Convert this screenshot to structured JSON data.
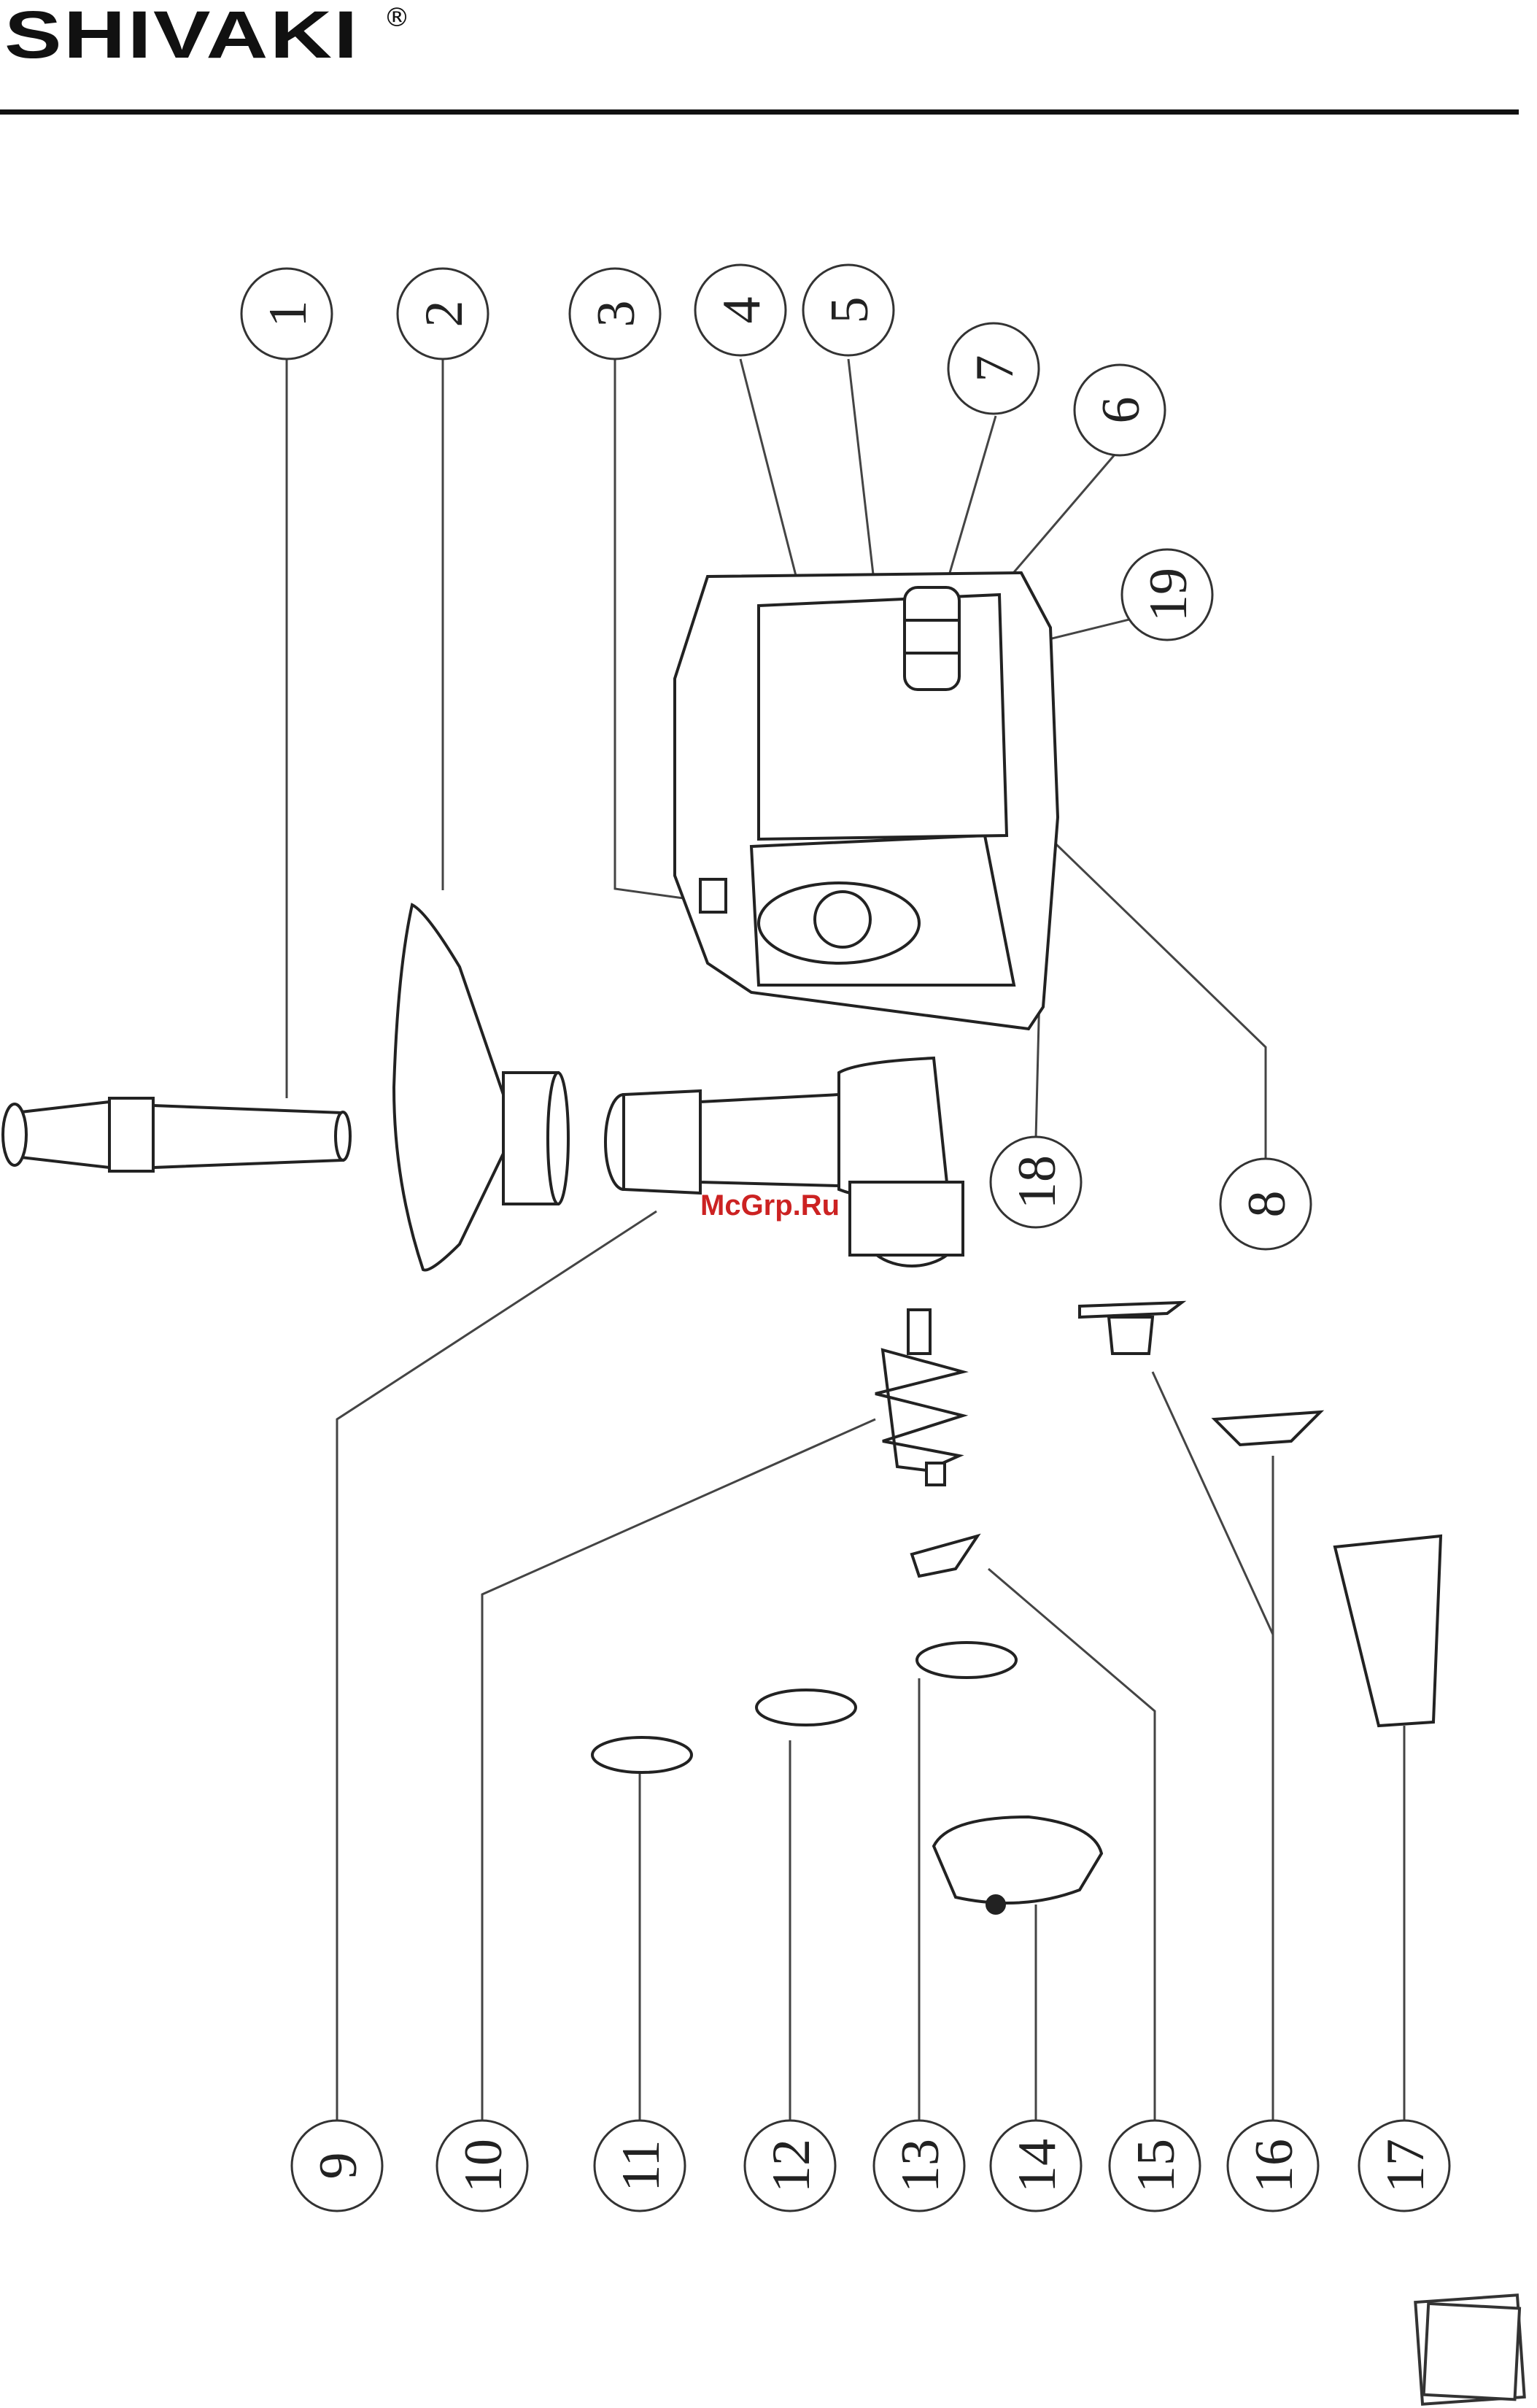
{
  "brand": {
    "name": "SHIVAKI",
    "registered_mark": "®"
  },
  "watermark": {
    "text": "McGrp.Ru",
    "color": "#cc2222"
  },
  "callouts": [
    "1",
    "2",
    "3",
    "4",
    "5",
    "6",
    "7",
    "8",
    "9",
    "10",
    "11",
    "12",
    "13",
    "14",
    "15",
    "16",
    "17",
    "18",
    "19"
  ],
  "colors": {
    "ink": "#111111",
    "line": "#444444",
    "fill": "#ffffff",
    "shade": "#cfcfcf"
  }
}
